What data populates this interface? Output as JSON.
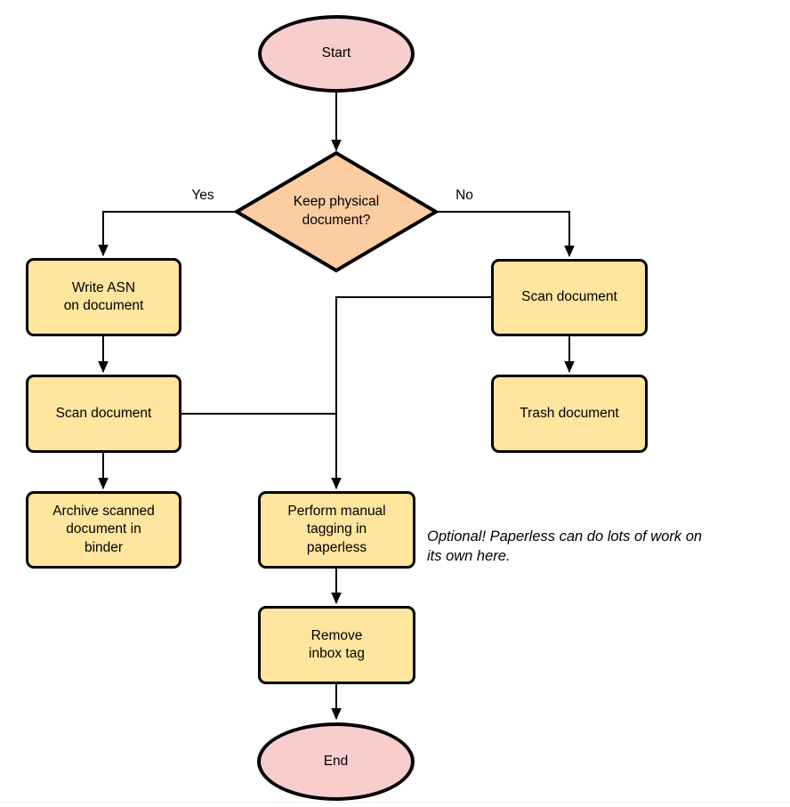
{
  "diagram": {
    "type": "flowchart",
    "nodes": {
      "start": "Start",
      "decision": "Keep physical\ndocument?",
      "write_asn": "Write ASN\non document",
      "scan_left": "Scan document",
      "archive": "Archive scanned\ndocument in\nbinder",
      "scan_right": "Scan document",
      "trash": "Trash document",
      "perform_tagging": "Perform manual\ntagging in\npaperless",
      "remove_inbox": "Remove\ninbox tag",
      "end": "End"
    },
    "edge_labels": {
      "yes": "Yes",
      "no": "No"
    },
    "annotation": "Optional! Paperless can do lots of work on\nits own here.",
    "edges": [
      {
        "from": "start",
        "to": "decision"
      },
      {
        "from": "decision",
        "to": "write_asn",
        "label": "Yes"
      },
      {
        "from": "decision",
        "to": "scan_right",
        "label": "No"
      },
      {
        "from": "write_asn",
        "to": "scan_left"
      },
      {
        "from": "scan_left",
        "to": "archive"
      },
      {
        "from": "scan_left",
        "to": "perform_tagging"
      },
      {
        "from": "scan_right",
        "to": "trash"
      },
      {
        "from": "scan_right",
        "to": "perform_tagging"
      },
      {
        "from": "perform_tagging",
        "to": "remove_inbox"
      },
      {
        "from": "remove_inbox",
        "to": "end"
      }
    ],
    "colors": {
      "terminal_fill": "#f8cecc",
      "decision_fill": "#fdcda2",
      "process_fill": "#ffe59e",
      "stroke": "#000000",
      "background": "#ffffff"
    }
  }
}
